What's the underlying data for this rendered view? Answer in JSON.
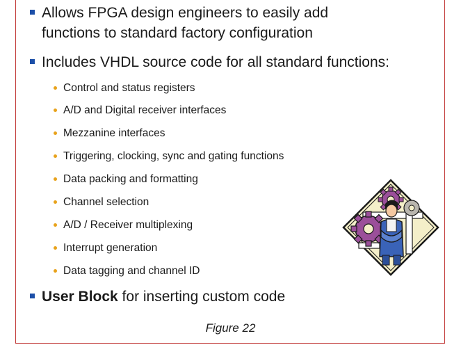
{
  "bullets": {
    "b1_line1": "Allows FPGA design engineers to easily add",
    "b1_line2": "functions to standard factory configuration",
    "b2": "Includes VHDL source code for all standard functions:",
    "sub": [
      "Control and status registers",
      "A/D and Digital receiver interfaces",
      "Mezzanine interfaces",
      "Triggering, clocking, sync and gating functions",
      "Data packing and formatting",
      "Channel selection",
      "A/D / Receiver multiplexing",
      "Interrupt generation",
      "Data tagging and channel ID"
    ],
    "b3_bold": "User Block",
    "b3_rest": " for inserting custom code"
  },
  "caption": "Figure 22",
  "colors": {
    "border": "#c23a38",
    "bullet_primary": "#1c4fa8",
    "bullet_secondary": "#e8a21b"
  },
  "clipart_icon": "engineer-with-gears-icon"
}
